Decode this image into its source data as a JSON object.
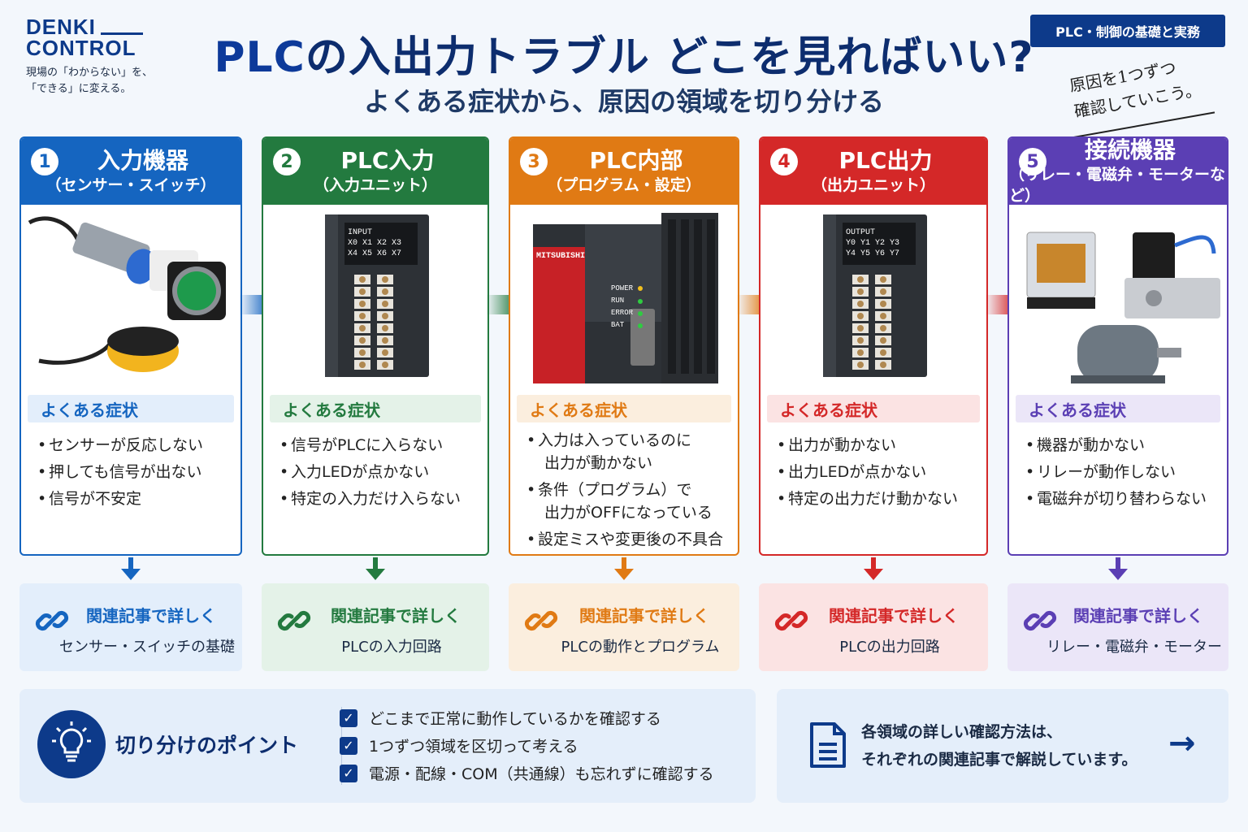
{
  "brand": {
    "line1": "DENKI",
    "line2": "CONTROL",
    "tagline1": "現場の「わからない」を、",
    "tagline2": "「できる」に変える。"
  },
  "header": {
    "title_prefix": "PLC",
    "title_rest": "の入出力トラブル どこを見ればいい?",
    "subtitle": "よくある症状から、原因の領域を切り分ける",
    "badge": "PLC・制御の基礎と実務",
    "note_line1": "原因を1つずつ",
    "note_line2": "確認していこう。"
  },
  "columns": [
    {
      "num": "1",
      "title": "入力機器",
      "sub": "（センサー・スイッチ）",
      "color": "#1565c0",
      "light": "#e3eefb",
      "symptom_label": "よくある症状",
      "symptoms": [
        "センサーが反応しない",
        "押しても信号が出ない",
        "信号が不安定"
      ],
      "link_title": "関連記事で詳しく",
      "link_sub": "センサー・スイッチの基礎"
    },
    {
      "num": "2",
      "title": "PLC入力",
      "sub": "（入力ユニット）",
      "color": "#237a3f",
      "light": "#e4f2e8",
      "symptom_label": "よくある症状",
      "symptoms": [
        "信号がPLCに入らない",
        "入力LEDが点かない",
        "特定の入力だけ入らない"
      ],
      "module_label": [
        "INPUT",
        "X0 X1 X2 X3",
        "X4 X5 X6 X7"
      ],
      "link_title": "関連記事で詳しく",
      "link_sub": "PLCの入力回路"
    },
    {
      "num": "3",
      "title": "PLC内部",
      "sub": "（プログラム・設定）",
      "color": "#e07a14",
      "light": "#fbeede",
      "symptom_label": "よくある症状",
      "symptoms": [
        "入力は入っているのに",
        "出力が動かない",
        "条件（プログラム）で",
        "出力がOFFになっている",
        "設定ミスや変更後の不具合"
      ],
      "cpu_brand": "MITSUBISHI",
      "cpu_leds": [
        "POWER",
        "RUN",
        "ERROR",
        "BAT"
      ],
      "link_title": "関連記事で詳しく",
      "link_sub": "PLCの動作とプログラム"
    },
    {
      "num": "4",
      "title": "PLC出力",
      "sub": "（出力ユニット）",
      "color": "#d42828",
      "light": "#fbe3e3",
      "symptom_label": "よくある症状",
      "symptoms": [
        "出力が動かない",
        "出力LEDが点かない",
        "特定の出力だけ動かない"
      ],
      "module_label": [
        "OUTPUT",
        "Y0 Y1 Y2 Y3",
        "Y4 Y5 Y6 Y7"
      ],
      "link_title": "関連記事で詳しく",
      "link_sub": "PLCの出力回路"
    },
    {
      "num": "5",
      "title": "接続機器",
      "sub": "（リレー・電磁弁・モーターなど）",
      "color": "#5b3fb4",
      "light": "#ebe6f8",
      "symptom_label": "よくある症状",
      "symptoms": [
        "機器が動かない",
        "リレーが動作しない",
        "電磁弁が切り替わらない"
      ],
      "link_title": "関連記事で詳しく",
      "link_sub": "リレー・電磁弁・モーター"
    }
  ],
  "points": {
    "title": "切り分けのポイント",
    "items": [
      "どこまで正常に動作しているかを確認する",
      "1つずつ領域を区切って考える",
      "電源・配線・COM（共通線）も忘れずに確認する"
    ]
  },
  "info": {
    "line1": "各領域の詳しい確認方法は、",
    "line2": "それぞれの関連記事で解説しています。"
  },
  "icons": [
    "bulb-icon",
    "check-icon",
    "document-icon",
    "arrow-right-icon",
    "chain-link-icon",
    "arrow-down-icon"
  ]
}
